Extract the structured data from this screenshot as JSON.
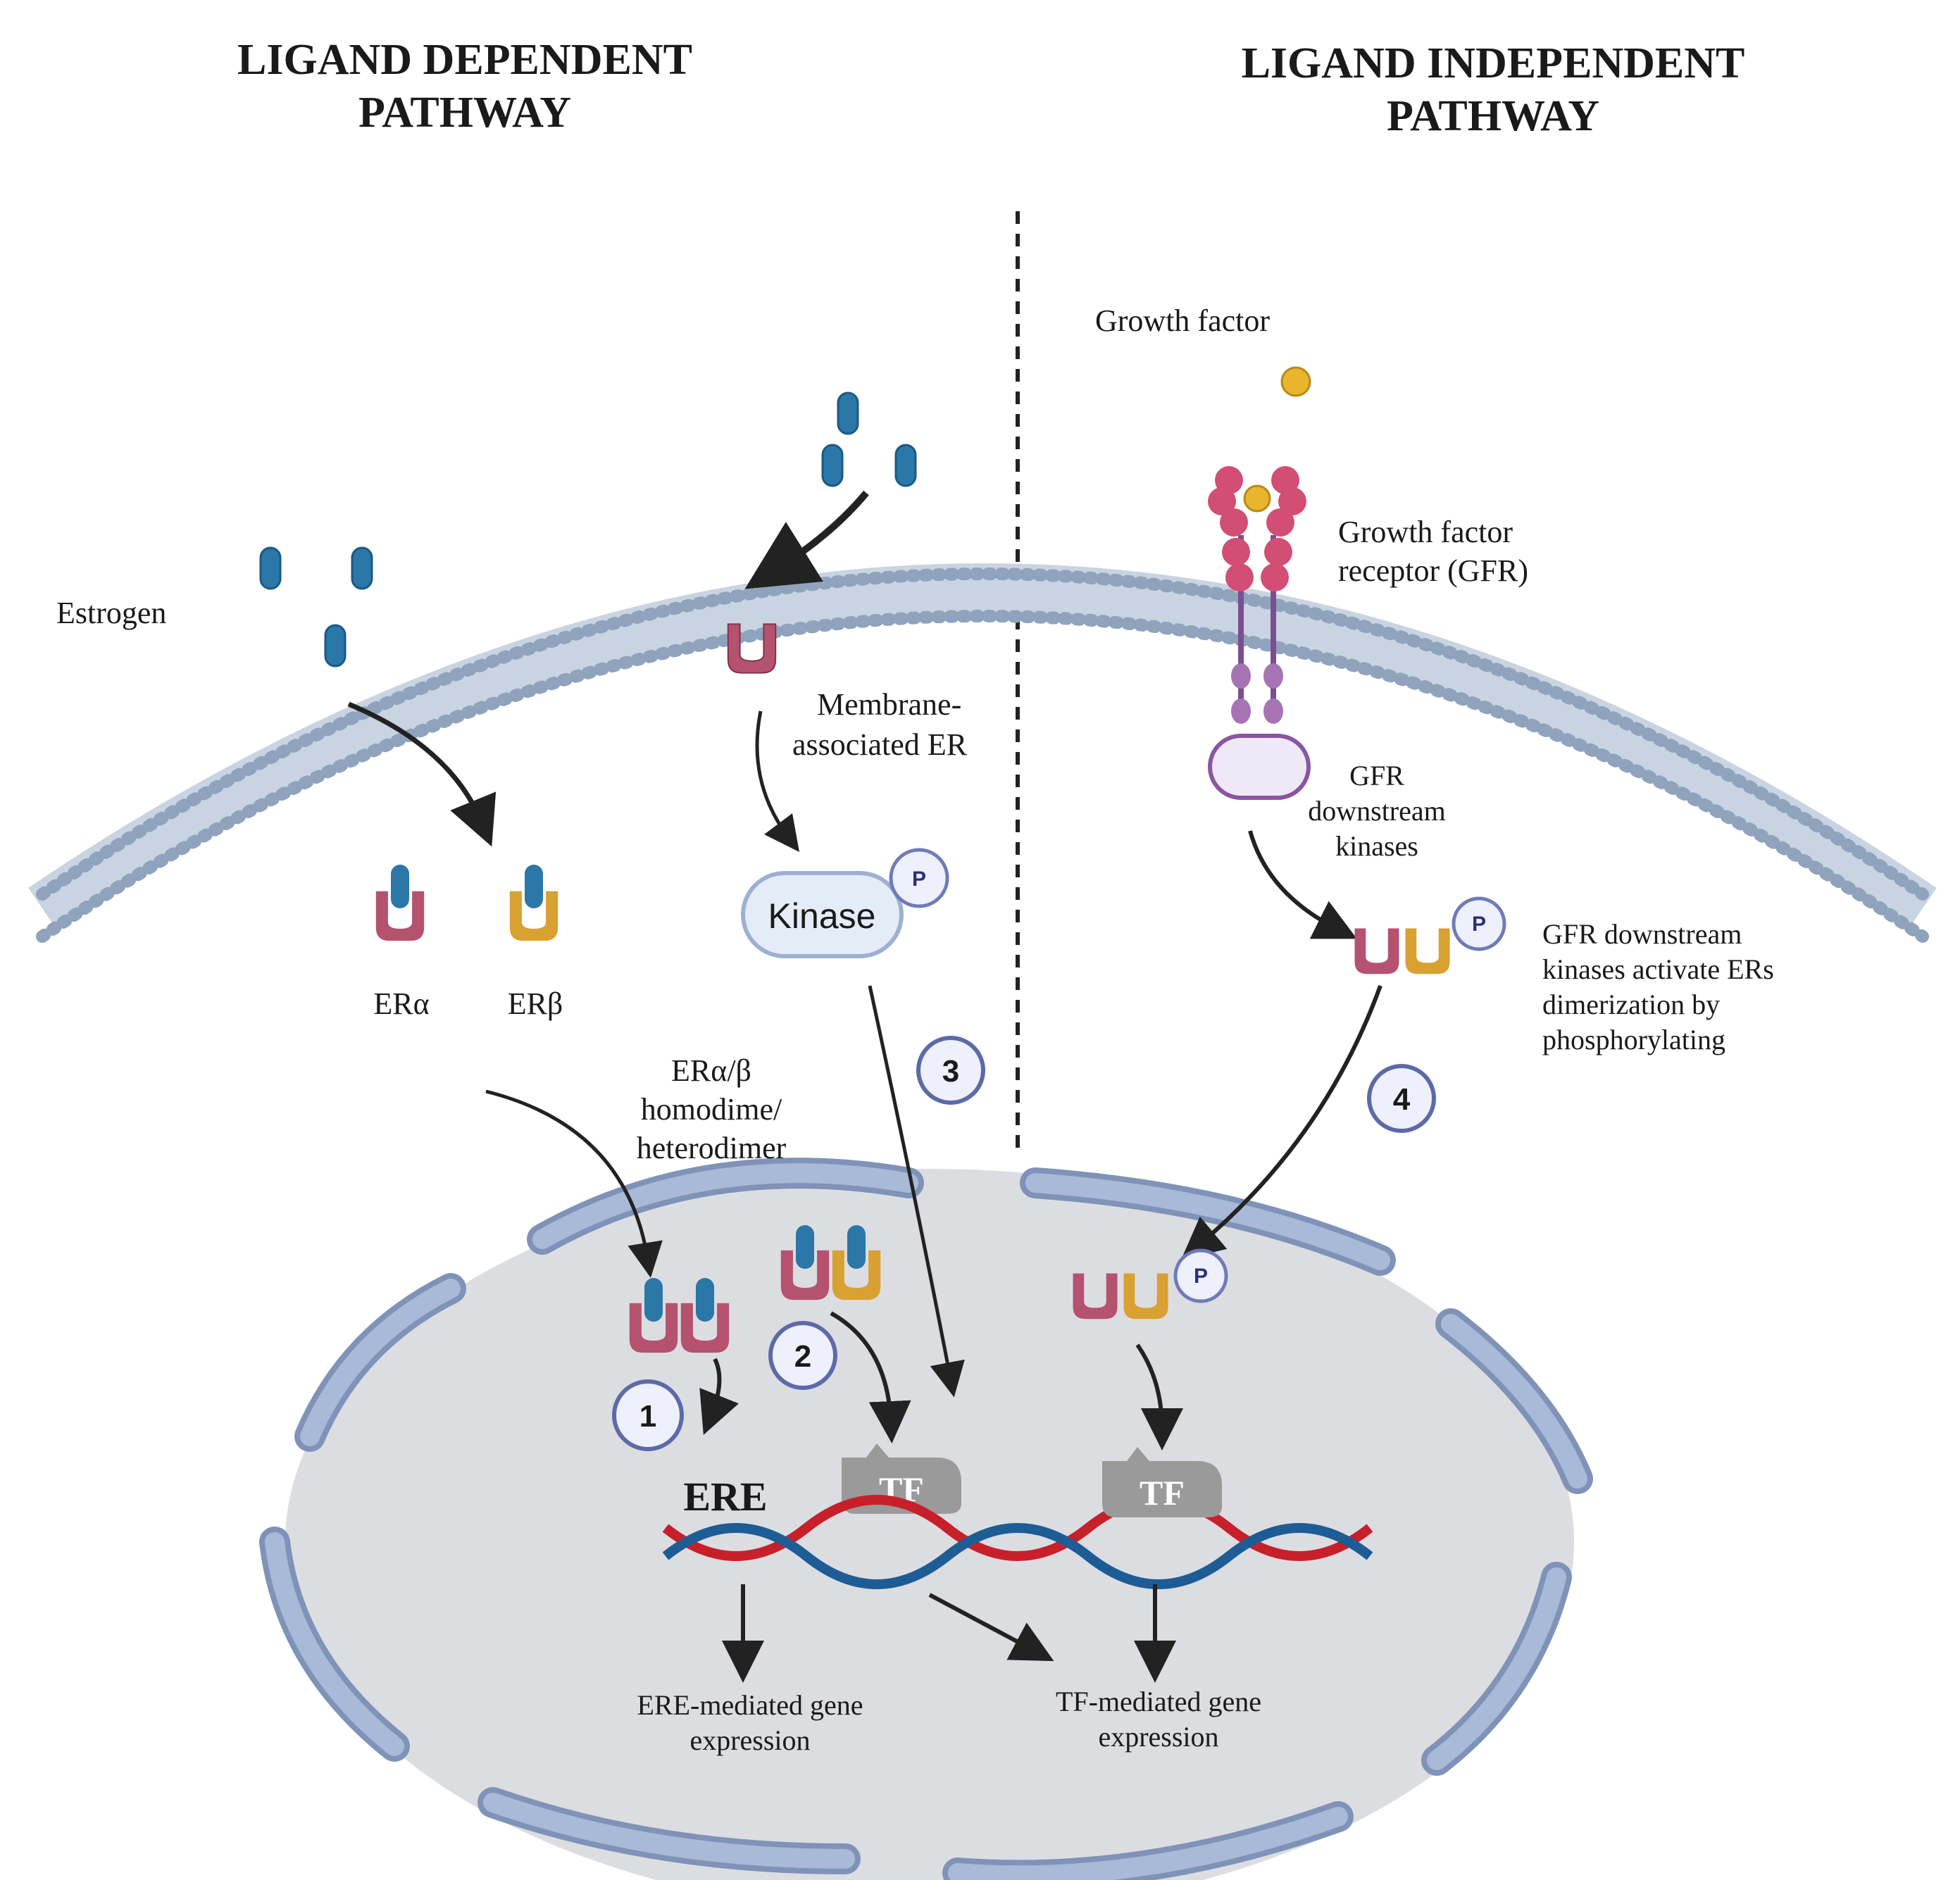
{
  "titles": {
    "left": [
      "LIGAND DEPENDENT",
      "PATHWAY"
    ],
    "right": [
      "LIGAND INDEPENDENT",
      "PATHWAY"
    ]
  },
  "labels": {
    "estrogen": "Estrogen",
    "er_alpha": "ERα",
    "er_beta": "ERβ",
    "dimer": [
      "ERα/β",
      "homodime/",
      "heterodimer"
    ],
    "membrane_er": [
      "Membrane-",
      "associated ER"
    ],
    "kinase": "Kinase",
    "phospho": "P",
    "growth_factor": "Growth factor",
    "gfr": [
      "Growth factor",
      "receptor (GFR)"
    ],
    "gfr_kinases": [
      "GFR",
      "downstream",
      "kinases"
    ],
    "gfr_activate": [
      "GFR downstream",
      "kinases activate ERs",
      "dimerization by",
      "phosphorylating"
    ],
    "ere": "ERE",
    "tf": "TF",
    "ere_expression": [
      "ERE-mediated gene",
      "expression"
    ],
    "tf_expression": [
      "TF-mediated gene",
      "expression"
    ]
  },
  "steps": [
    "1",
    "2",
    "3",
    "4"
  ],
  "colors": {
    "membrane": "#8fa3bd",
    "estrogen": "#2a77a8",
    "er_alpha": "#b5526f",
    "er_beta": "#d9a032",
    "gfr": "#d24e74",
    "gfr_stalk": "#7b4f8f",
    "growth_factor": "#e8b62c",
    "nucleus": "#dcdde1",
    "envelope": "#a9b9d8",
    "tf": "#9a9a9a",
    "dna_red": "#c8202a",
    "dna_blue": "#1e5c95"
  }
}
